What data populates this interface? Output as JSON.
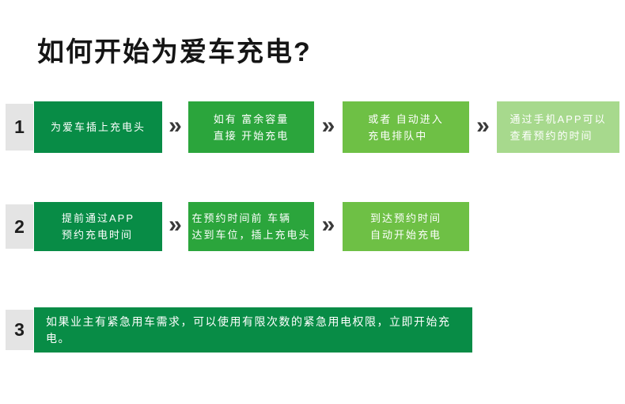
{
  "title": "如何开始为爱车充电?",
  "chevron": "»",
  "colors": {
    "step_dark_green": "#088c46",
    "step_mid_green": "#2ba53c",
    "step_light_green": "#6ec045",
    "step_lightest_green": "#a7d98d",
    "number_box_gray": "#e4e4e4",
    "chevron_gray": "#3a3a3a",
    "text_white": "#ffffff"
  },
  "rows": [
    {
      "number": "1",
      "steps": [
        {
          "lines": [
            "为爱车插上充电头"
          ]
        },
        {
          "lines": [
            "如有 富余容量",
            "直接 开始充电"
          ]
        },
        {
          "lines": [
            "或者 自动进入",
            "充电排队中"
          ]
        },
        {
          "lines": [
            "通过手机APP可以",
            "查看预约的时间"
          ]
        }
      ]
    },
    {
      "number": "2",
      "steps": [
        {
          "lines": [
            "提前通过APP",
            "预约充电时间"
          ]
        },
        {
          "lines": [
            "在预约时间前 车辆",
            "达到车位，插上充电头"
          ]
        },
        {
          "lines": [
            "到达预约时间",
            "自动开始充电"
          ]
        }
      ]
    },
    {
      "number": "3",
      "steps": [
        {
          "lines": [
            "如果业主有紧急用车需求，可以使用有限次数的紧急用电权限，立即开始充电。"
          ]
        }
      ]
    }
  ]
}
